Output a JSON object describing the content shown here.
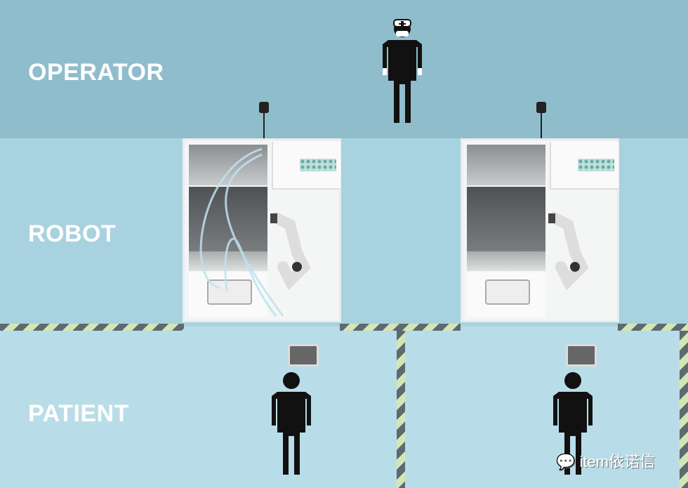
{
  "zones": {
    "operator": "OPERATOR",
    "robot": "ROBOT",
    "patient": "PATIENT"
  },
  "watermark": "item依诺信",
  "colors": {
    "operator_zone": "#8fbdcc",
    "robot_zone": "#a8d2df",
    "patient_zone": "#b9dde8",
    "hazard_dark": "#5d6a70",
    "hazard_light": "#d4e6b5"
  },
  "icons": [
    "operator-with-headset-icon",
    "robot-booth",
    "foot-pedal-icon",
    "patient-icon",
    "wechat-icon"
  ]
}
